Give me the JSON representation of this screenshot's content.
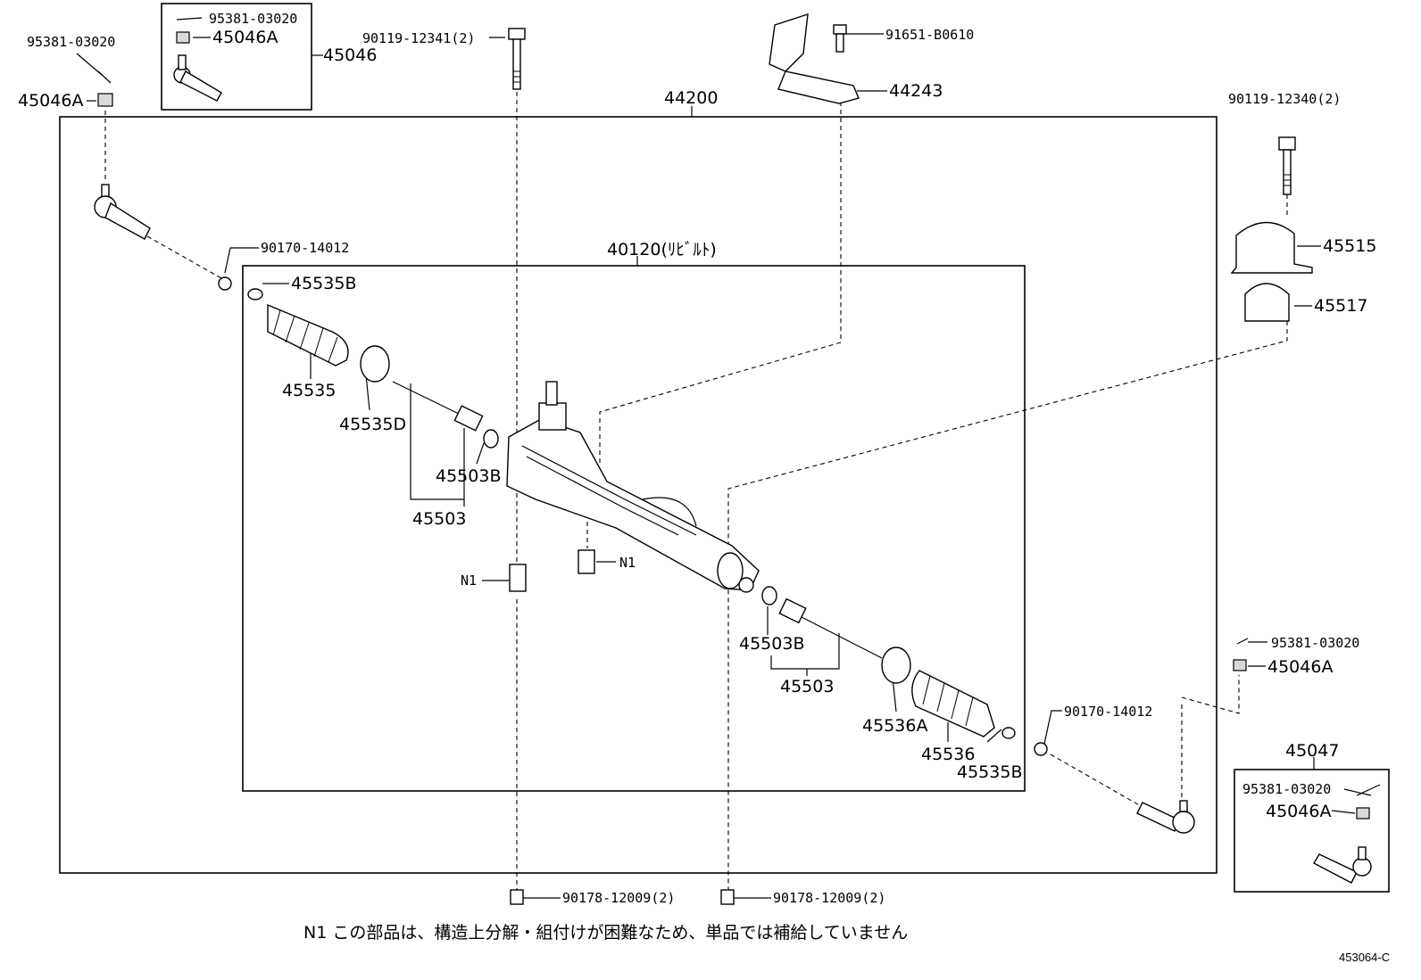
{
  "labels": {
    "p95381_top_left": "95381-03020",
    "p45046A_top_left": "45046A",
    "kit_45046_pin": "95381-03020",
    "kit_45046_nut": "45046A",
    "kit_45046": "45046",
    "bolt_90119_12341": "90119-12341(2)",
    "bolt_91651": "91651-B0610",
    "bracket_44243": "44243",
    "assy_44200": "44200",
    "bolt_90119_12340": "90119-12340(2)",
    "bracket_45515": "45515",
    "bush_45517": "45517",
    "rebuilt_40120": "40120(ﾘﾋﾞﾙﾄ)",
    "nut_90170_left": "90170-14012",
    "clamp_45535B_left": "45535B",
    "boot_45535": "45535",
    "clamp_45535D": "45535D",
    "washer_45503B_left": "45503B",
    "rod_45503_left": "45503",
    "n1_left": "N1",
    "n1_right": "N1",
    "washer_45503B_right": "45503B",
    "rod_45503_right": "45503",
    "clamp_45536A": "45536A",
    "boot_45536": "45536",
    "clamp_45535B_right": "45535B",
    "nut_90170_right": "90170-14012",
    "pin_95381_right": "95381-03020",
    "nut_45046A_right": "45046A",
    "kit_45047": "45047",
    "kit_45047_pin": "95381-03020",
    "kit_45047_nut": "45046A",
    "nut_90178_left": "90178-12009(2)",
    "nut_90178_right": "90178-12009(2)"
  },
  "footnote": "N1 この部品は、構造上分解・組付けが困難なため、単品では補給していません",
  "diagram_code": "453064-C"
}
